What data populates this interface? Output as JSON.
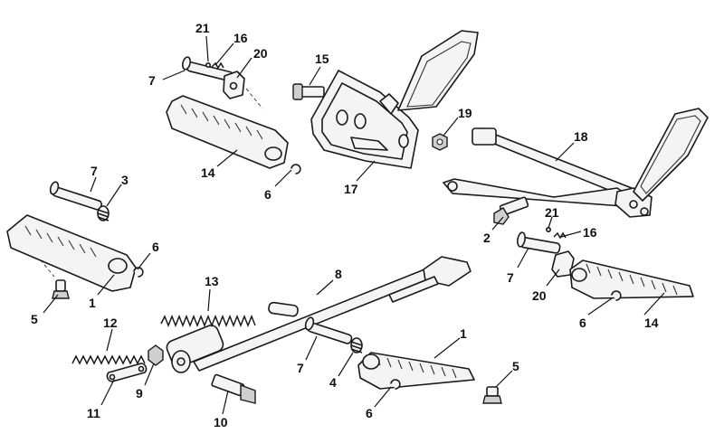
{
  "callouts": [
    {
      "id": "c21a",
      "label": "21"
    },
    {
      "id": "c16a",
      "label": "16"
    },
    {
      "id": "c20a",
      "label": "20"
    },
    {
      "id": "c7a",
      "label": "7"
    },
    {
      "id": "c15",
      "label": "15"
    },
    {
      "id": "c19",
      "label": "19"
    },
    {
      "id": "c18",
      "label": "18"
    },
    {
      "id": "c14a",
      "label": "14"
    },
    {
      "id": "c6a",
      "label": "6"
    },
    {
      "id": "c17",
      "label": "17"
    },
    {
      "id": "c7b",
      "label": "7"
    },
    {
      "id": "c3",
      "label": "3"
    },
    {
      "id": "c6b",
      "label": "6"
    },
    {
      "id": "c1a",
      "label": "1"
    },
    {
      "id": "c5a",
      "label": "5"
    },
    {
      "id": "c2",
      "label": "2"
    },
    {
      "id": "c21b",
      "label": "21"
    },
    {
      "id": "c16b",
      "label": "16"
    },
    {
      "id": "c7c",
      "label": "7"
    },
    {
      "id": "c20b",
      "label": "20"
    },
    {
      "id": "c6c",
      "label": "6"
    },
    {
      "id": "c14b",
      "label": "14"
    },
    {
      "id": "c13",
      "label": "13"
    },
    {
      "id": "c8",
      "label": "8"
    },
    {
      "id": "c12",
      "label": "12"
    },
    {
      "id": "c9",
      "label": "9"
    },
    {
      "id": "c11",
      "label": "11"
    },
    {
      "id": "c10",
      "label": "10"
    },
    {
      "id": "c7d",
      "label": "7"
    },
    {
      "id": "c4",
      "label": "4"
    },
    {
      "id": "c1b",
      "label": "1"
    },
    {
      "id": "c5b",
      "label": "5"
    },
    {
      "id": "c6d",
      "label": "6"
    }
  ]
}
